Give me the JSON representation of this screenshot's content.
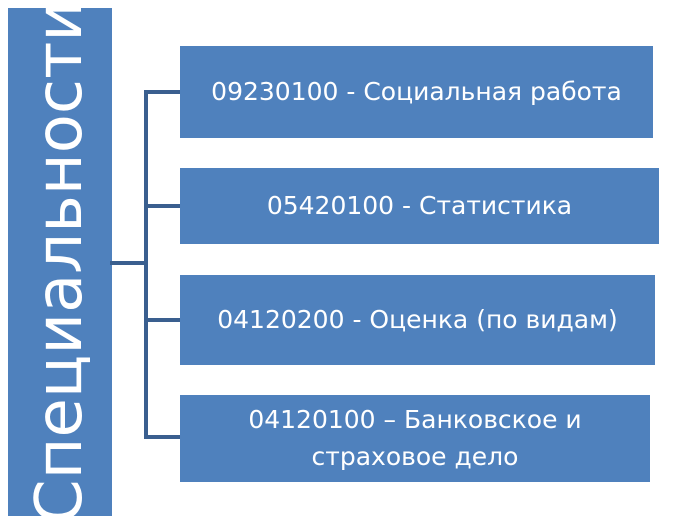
{
  "diagram": {
    "root": {
      "label": "Специальности"
    },
    "children": [
      {
        "label": "09230100 - Социальная работа"
      },
      {
        "label": "05420100 - Статистика"
      },
      {
        "label": "04120200 - Оценка (по видам)"
      },
      {
        "label": "04120100 – Банковское и страховое дело"
      }
    ]
  },
  "colors": {
    "box_fill": "#4f81bd",
    "box_text": "#ffffff",
    "connector": "#3a5f8f"
  }
}
